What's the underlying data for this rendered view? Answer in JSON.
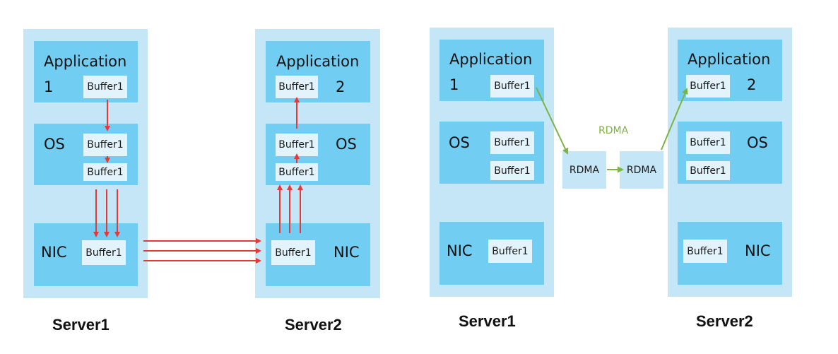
{
  "left": {
    "server1": {
      "name": "Server1",
      "app_word": "Application",
      "app_num": "1",
      "app_buffer": "Buffer1",
      "os_label": "OS",
      "os_buffer_a": "Buffer1",
      "os_buffer_b": "Buffer1",
      "nic_label": "NIC",
      "nic_buffer": "Buffer1"
    },
    "server2": {
      "name": "Server2",
      "app_word": "Application",
      "app_num": "2",
      "app_buffer": "Buffer1",
      "os_label": "OS",
      "os_buffer_a": "Buffer1",
      "os_buffer_b": "Buffer1",
      "nic_label": "NIC",
      "nic_buffer": "Buffer1"
    }
  },
  "right": {
    "server1": {
      "name": "Server1",
      "app_word": "Application",
      "app_num": "1",
      "app_buffer": "Buffer1",
      "os_label": "OS",
      "os_buffer_a": "Buffer1",
      "os_buffer_b": "Buffer1",
      "nic_label": "NIC",
      "nic_buffer": "Buffer1"
    },
    "server2": {
      "name": "Server2",
      "app_word": "Application",
      "app_num": "2",
      "app_buffer": "Buffer1",
      "os_label": "OS",
      "os_buffer_a": "Buffer1",
      "os_buffer_b": "Buffer1",
      "nic_label": "NIC",
      "nic_buffer": "Buffer1"
    },
    "rdma_caption": "RDMA",
    "rdma_box_left": "RDMA",
    "rdma_box_right": "RDMA"
  },
  "colors": {
    "server_bg": "#c5e6f6",
    "layer_bg": "#72cdf2",
    "buffer_bg": "#e3f3fb",
    "traditional_arrow": "#e53935",
    "rdma_arrow": "#7cb342"
  }
}
